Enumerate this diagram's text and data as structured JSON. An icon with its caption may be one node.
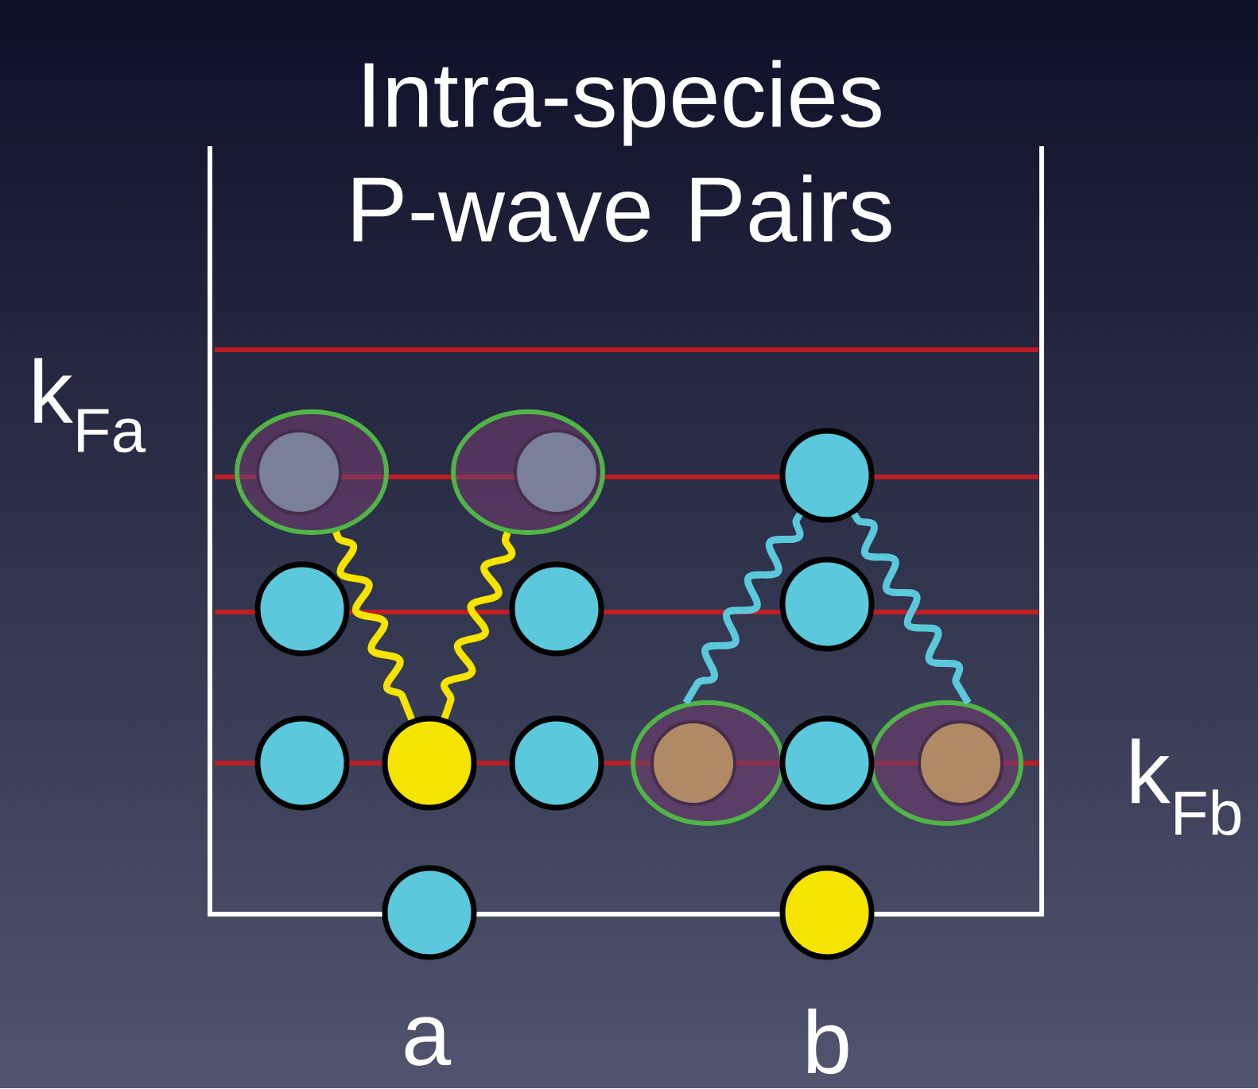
{
  "diagram": {
    "title": "Intra-species P-wave Pairs",
    "nodes": [
      {
        "text": [],
        "shape": "ellipse"
      },
      {
        "text": [],
        "shape": "circle",
        "in": 0
      },
      {
        "text": [],
        "shape": "ellipse"
      },
      {
        "text": [],
        "shape": "circle",
        "in": 2
      },
      {
        "text": [],
        "shape": "circle"
      },
      {
        "text": [],
        "shape": "circle"
      },
      {
        "text": [],
        "shape": "circle"
      },
      {
        "text": [],
        "shape": "circle"
      },
      {
        "text": [],
        "shape": "circle"
      },
      {
        "text": [],
        "shape": "circle"
      },
      {
        "text": [],
        "shape": "circle"
      },
      {
        "text": [],
        "shape": "ellipse"
      },
      {
        "text": [],
        "shape": "circle",
        "in": 11
      },
      {
        "text": [],
        "shape": "circle"
      },
      {
        "text": [],
        "shape": "ellipse"
      },
      {
        "text": [],
        "shape": "circle",
        "in": 14
      },
      {
        "text": [],
        "shape": "circle"
      },
      {
        "text": [],
        "shape": "circle"
      }
    ],
    "edges": [
      {
        "from": 0,
        "to": 9,
        "arrow": "none",
        "color": "#f5e400"
      },
      {
        "from": 2,
        "to": 9,
        "arrow": "none",
        "color": "#f5e400"
      },
      {
        "from": 4,
        "to": 11,
        "arrow": "none",
        "color": "#5bc8dc"
      },
      {
        "from": 4,
        "to": 14,
        "arrow": "none",
        "color": "#5bc8dc"
      }
    ],
    "labels": [
      "k$_{Fa}$",
      "k$_{Fb}$",
      "a",
      "b"
    ]
  }
}
